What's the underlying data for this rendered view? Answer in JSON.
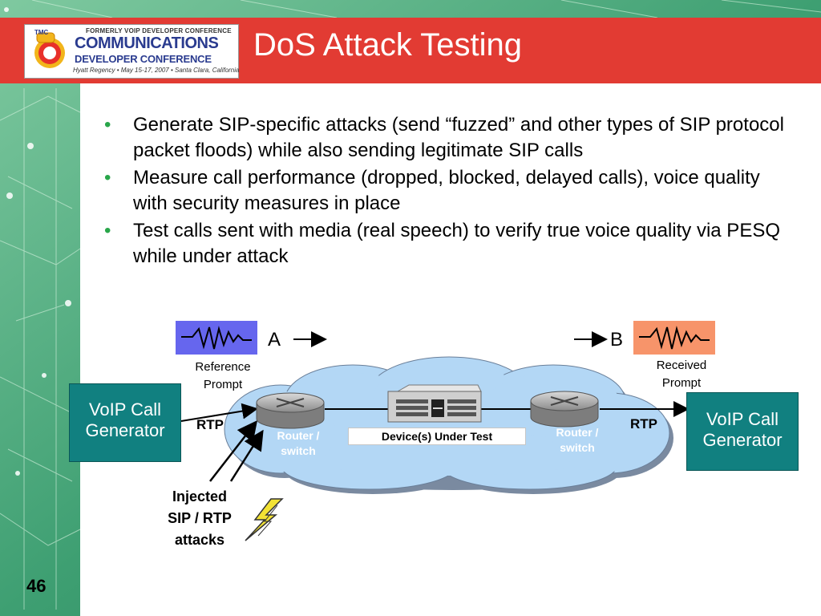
{
  "header": {
    "title": "DoS Attack Testing",
    "logo": {
      "top_line": "FORMERLY VOIP DEVELOPER CONFERENCE",
      "line1": "COMMUNICATIONS",
      "line2": "DEVELOPER CONFERENCE",
      "footer": "Hyatt Regency • May 15-17, 2007 • Santa Clara, California",
      "badge": "TMC"
    },
    "brand_color": "#e23b33"
  },
  "bullets": [
    "Generate SIP-specific attacks (send “fuzzed” and other types of SIP protocol packet floods) while also sending legitimate SIP calls",
    "Measure call performance (dropped, blocked, delayed calls), voice quality with security measures in place",
    "Test calls sent with media (real speech) to verify true voice quality via PESQ while under attack"
  ],
  "bullet_symbol": "•",
  "diagram": {
    "label_a": "A",
    "label_b": "B",
    "reference_prompt": [
      "Reference",
      "Prompt"
    ],
    "received_prompt": [
      "Received",
      "Prompt"
    ],
    "left_generator": [
      "VoIP Call",
      "Generator"
    ],
    "right_generator": [
      "VoIP Call",
      "Generator"
    ],
    "rtp_left": "RTP",
    "rtp_right": "RTP",
    "router_left": [
      "Router /",
      "switch"
    ],
    "router_right": [
      "Router /",
      "switch"
    ],
    "device_under_test": "Device(s) Under Test",
    "injected": [
      "Injected",
      "SIP / RTP",
      "attacks"
    ],
    "colors": {
      "generator": "#118080",
      "cloud": "#b3d7f5",
      "wave_left": "#6666ee",
      "wave_right": "#f7946a",
      "lightning": "#f2e234"
    }
  },
  "page_number": "46"
}
